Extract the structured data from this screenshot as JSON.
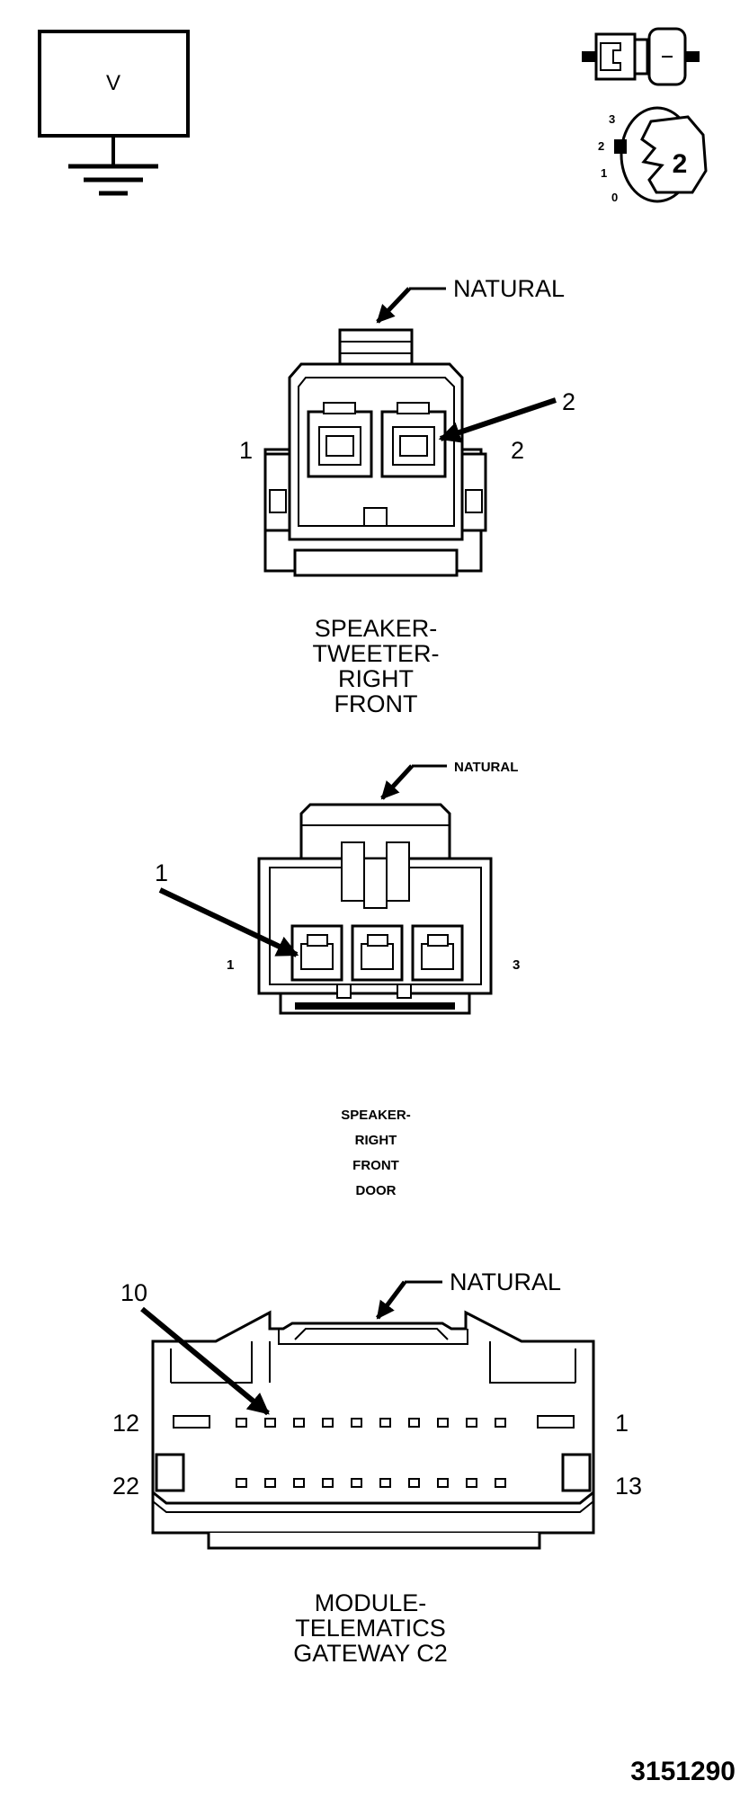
{
  "voltmeter": {
    "symbol": "V"
  },
  "ignition": {
    "positions": [
      "3",
      "2",
      "1",
      "0"
    ],
    "selected": "2"
  },
  "connectors": [
    {
      "pin_label_left": "1",
      "pin_label_right": "2",
      "color_callout": "NATURAL",
      "arrow_pin": "2",
      "caption": [
        "SPEAKER-",
        "TWEETER-",
        "RIGHT",
        "FRONT"
      ]
    },
    {
      "pin_label_left": "1",
      "pin_label_right": "3",
      "color_callout": "NATURAL",
      "arrow_pin": "1",
      "caption": [
        "SPEAKER-",
        "RIGHT",
        "FRONT",
        "DOOR"
      ]
    },
    {
      "pin_label_top_left": "12",
      "pin_label_top_right": "1",
      "pin_label_bottom_left": "22",
      "pin_label_bottom_right": "13",
      "color_callout": "NATURAL",
      "arrow_pin": "10",
      "caption": [
        "MODULE-",
        "TELEMATICS",
        "GATEWAY C2"
      ]
    }
  ],
  "document_number": "3151290"
}
